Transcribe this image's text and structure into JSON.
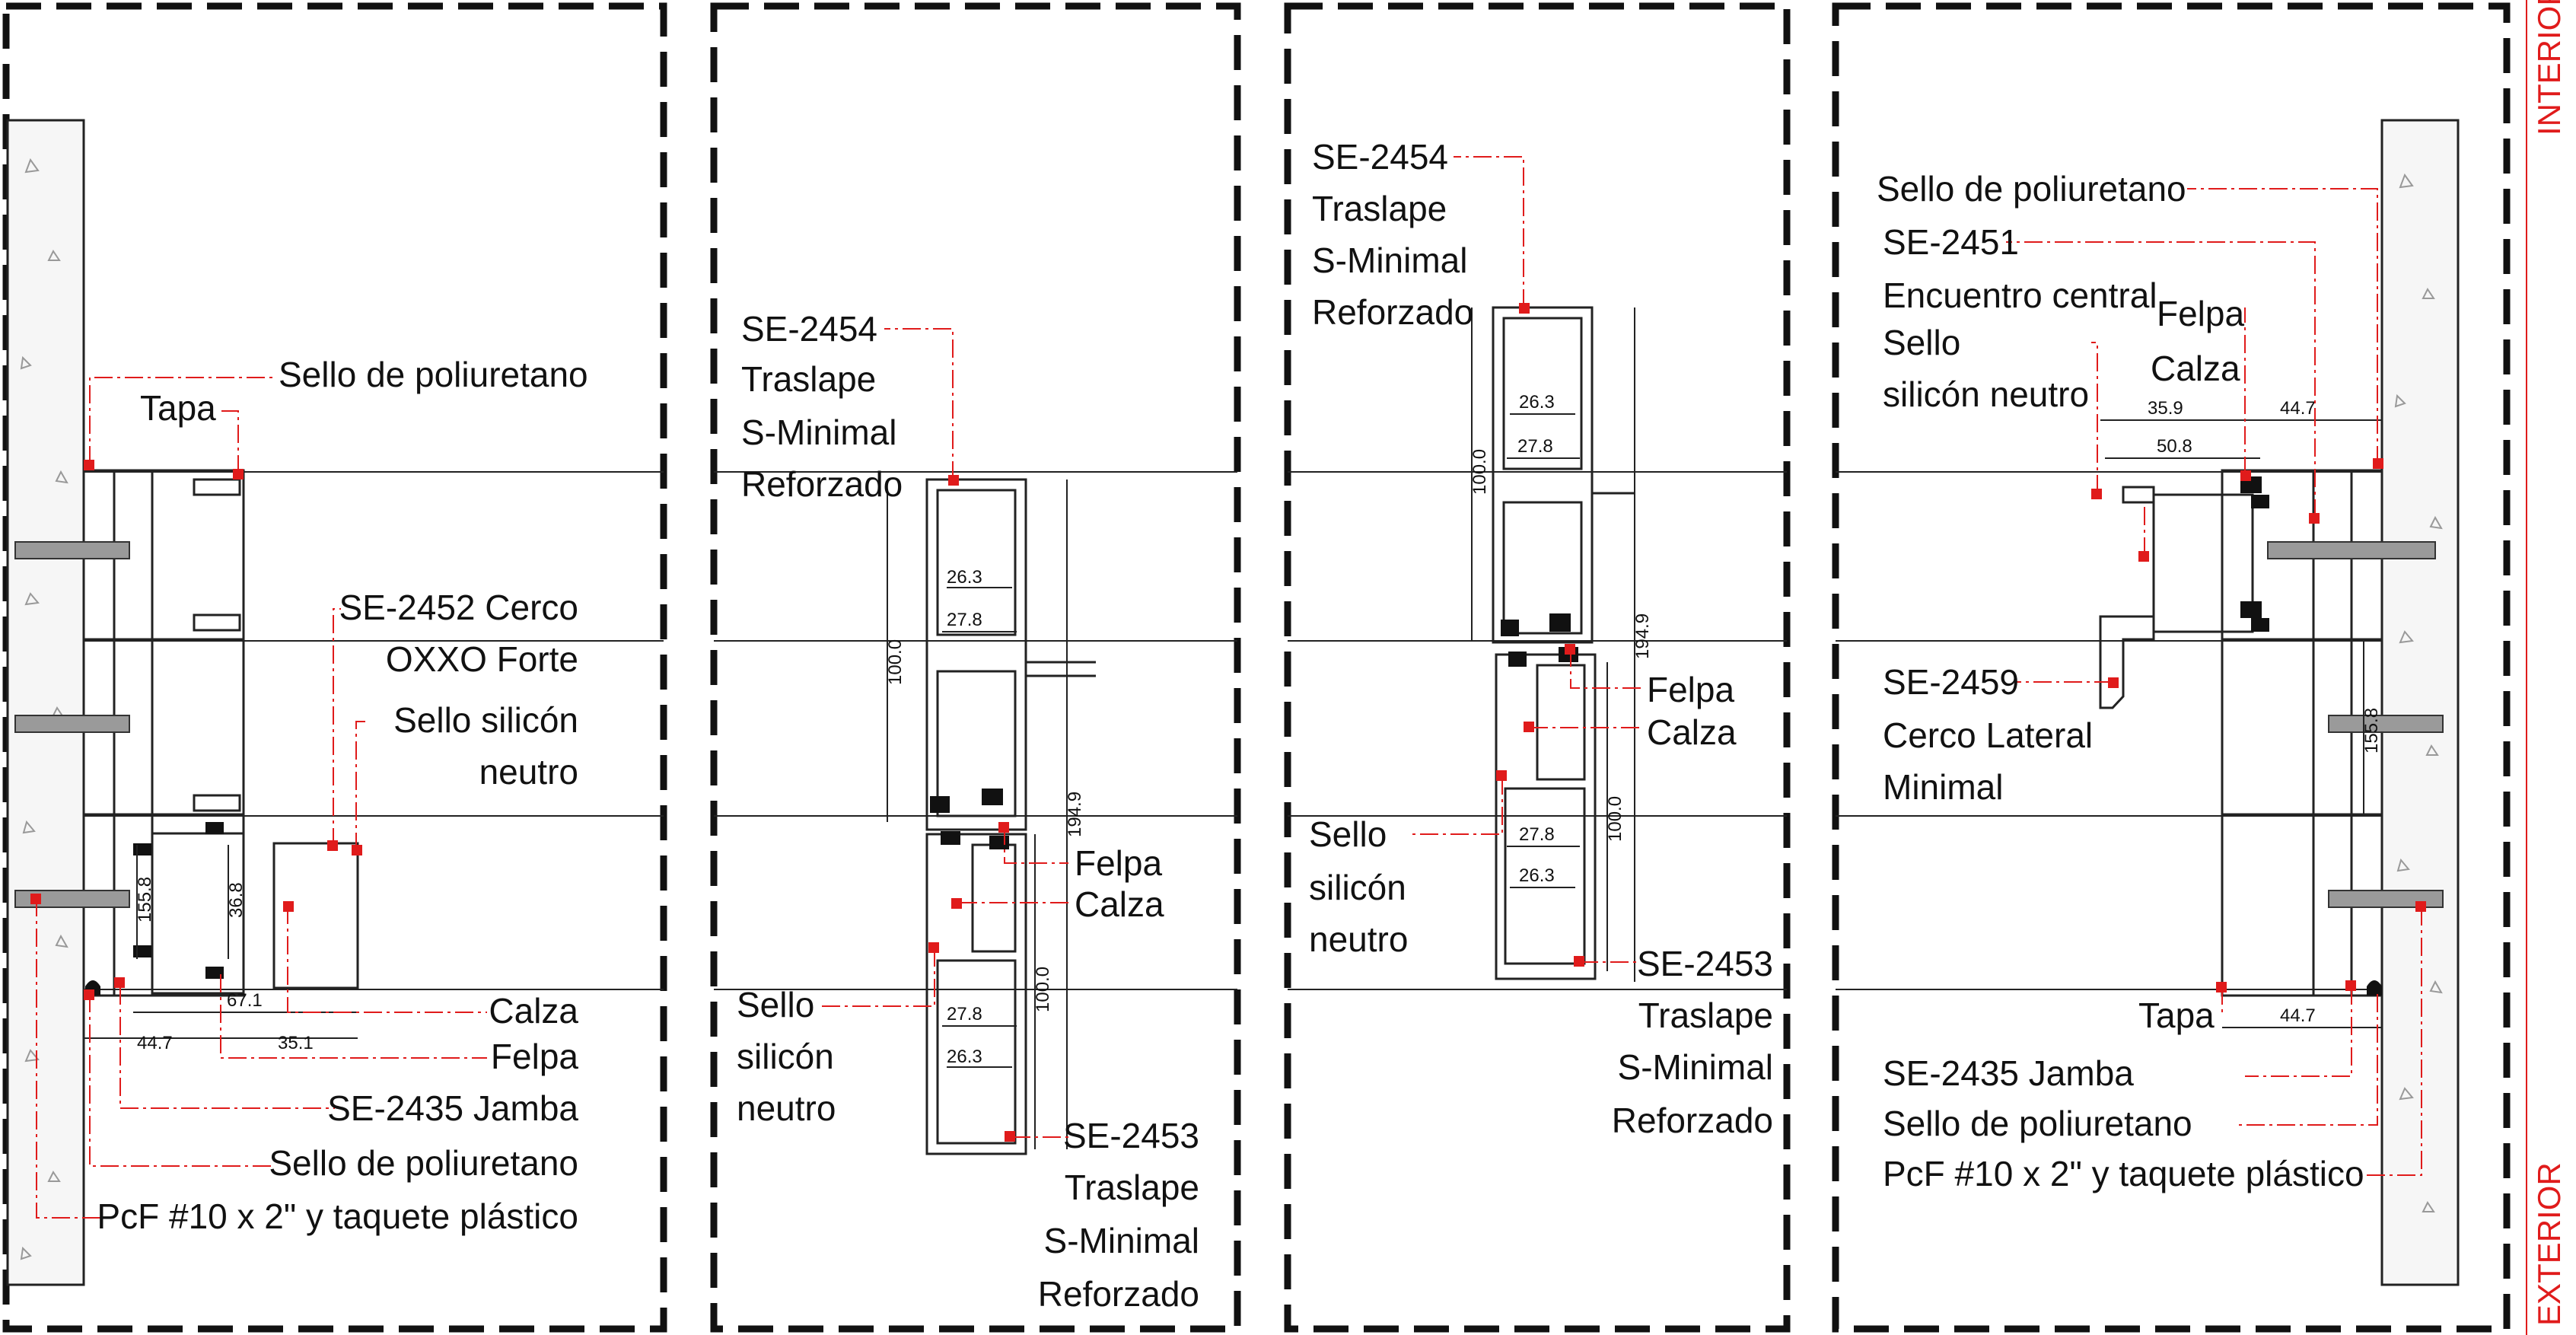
{
  "sides": {
    "interior": "INTERIOR",
    "exterior": "EXTERIOR"
  },
  "colors": {
    "leader": "#e01b1b",
    "line": "#111111"
  },
  "panel1": {
    "sello_poliuretano_top": "Sello de poliuretano",
    "tapa": "Tapa",
    "cerco_line1": "SE-2452 Cerco",
    "cerco_line2": "OXXO Forte",
    "sello_silicon_line1": "Sello silicón",
    "sello_silicon_line2": "neutro",
    "calza": "Calza",
    "felpa": "Felpa",
    "jamba": "SE-2435 Jamba",
    "sello_poliuretano_bottom": "Sello de poliuretano",
    "pcf": "PcF #10 x 2\" y taquete plástico",
    "dims": {
      "d155": "155.8",
      "d36": "36.8",
      "d67": "67.1",
      "d44": "44.7",
      "d35": "35.1"
    }
  },
  "panel2": {
    "top_line1": "SE-2454",
    "top_line2": "Traslape",
    "top_line3": "S-Minimal",
    "top_line4": "Reforzado",
    "felpa": "Felpa",
    "calza": "Calza",
    "sello_line1": "Sello",
    "sello_line2": "silicón",
    "sello_line3": "neutro",
    "bot_line1": "SE-2453",
    "bot_line2": "Traslape",
    "bot_line3": "S-Minimal",
    "bot_line4": "Reforzado",
    "dims": {
      "d26a": "26.3",
      "d27a": "27.8",
      "d100a": "100.0",
      "d194": "194.9",
      "d27b": "27.8",
      "d26b": "26.3",
      "d100b": "100.0"
    }
  },
  "panel3": {
    "top_line1": "SE-2454",
    "top_line2": "Traslape",
    "top_line3": "S-Minimal",
    "top_line4": "Reforzado",
    "felpa": "Felpa",
    "calza": "Calza",
    "sello_line1": "Sello",
    "sello_line2": "silicón",
    "sello_line3": "neutro",
    "bot_line1": "SE-2453",
    "bot_line2": "Traslape",
    "bot_line3": "S-Minimal",
    "bot_line4": "Reforzado",
    "dims": {
      "d26a": "26.3",
      "d27a": "27.8",
      "d100a": "100.0",
      "d194": "194.9",
      "d27b": "27.8",
      "d26b": "26.3",
      "d100b": "100.0"
    }
  },
  "panel4": {
    "sello_poliuretano_top": "Sello de poliuretano",
    "enc_line1": "SE-2451",
    "enc_line2": "Encuentro central",
    "felpa": "Felpa",
    "sello_line1": "Sello",
    "calza": "Calza",
    "sello_line2": "silicón neutro",
    "lateral_line1": "SE-2459",
    "lateral_line2": "Cerco Lateral",
    "lateral_line3": "Minimal",
    "tapa": "Tapa",
    "jamba": "SE-2435 Jamba",
    "sello_poliuretano_bottom": "Sello de poliuretano",
    "pcf": "PcF #10 x 2\" y taquete plástico",
    "dims": {
      "d35": "35.9",
      "d44a": "44.7",
      "d50": "50.8",
      "d155": "155.8",
      "d44b": "44.7"
    }
  }
}
